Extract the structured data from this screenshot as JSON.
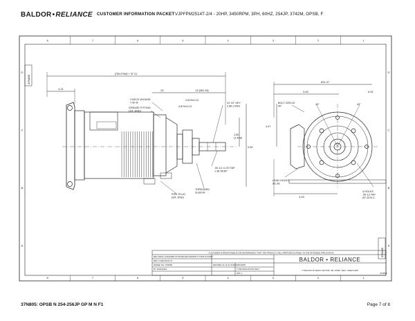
{
  "header": {
    "brand_left": "BALDOR",
    "brand_sep": "•",
    "brand_right": "RELIANCE",
    "packet_title": "CUSTOMER INFORMATION PACKET",
    "motor_description": "VJPFPM2514T-2/4 - 20HP, 3450RPM, 3PH, 60HZ, 254JP, 3742M, OPSB, F"
  },
  "frame": {
    "top_zones": [
      "8",
      "7",
      "6",
      "5",
      "4",
      "3",
      "2",
      "1"
    ],
    "side_zones": [
      "D",
      "C",
      "B",
      "A"
    ],
    "side_tab": "37N805"
  },
  "dimensions": {
    "overall_length": "[759.5 Ref] + 37.21",
    "left_offset": "4.21",
    "shaft_20": ".20",
    "length_15": "15 [381.00]",
    "dim_6_61": "6.61",
    "dim_5_84": "5.84",
    "dim_11_37": "Ø11.37",
    "check_window": "CHECK W/GAGE\n7.90 Ø",
    "grease_fitting": "GREASE FITTING\n(1/4, END)",
    "dim_3_874": "3.874±0.13",
    "dim_2_875": "2.875±0.13",
    "key": "2X 10° KEY\n2.88 LONG",
    "dim_1_50": "1.50\n(1.499)",
    "dim_9_06": "9.06",
    "tap": ".50-13 ×1.00 TAP\n1.38 DEEP",
    "pipe_plug": "PIPE PLUG\n(3/4, END)",
    "threaded_sleeve": "THREADED\nSLEEVE",
    "bolt_circle": "BOLT CIRCLE\n90°",
    "lead_holes": "LEAD HOLES\nØ1.38",
    "dim_4_47": "4.47",
    "dim_4_53": "4.53",
    "dim_45": "45°",
    "four_holes": "4 HOLES\n.50-13 TAP\nØ7.25 B.C."
  },
  "title_block": {
    "note": "CUSTOMER IS RESPONSIBLE FOR DETERMINING THAT THE PRODUCT WILL PERFORM SUITABLY IN THE INTENDED APPLICATION",
    "rev_desc": "REV  DESC  CHANGED AS DONE AND DRAWN TO MATCH PART",
    "rev_row": "REV  C     REVISION  27",
    "model_row": "MODEL NO.  37N805",
    "by_row": "BY  SNALDING",
    "date_row": "REVISED  11-11-21  SUB  2025/10/08",
    "type_row": "TYPE  INDICATION  TEFC",
    "sht_row": "SHT  1",
    "company": "BALDOR • RELIANCE",
    "subtitle": "TYPE FPM JP SPRAY MOTOR, 3B, OPSB, TEFC, FIRE PUMP",
    "doc_no": "37N805"
  },
  "footer": {
    "left": "37N805: OPSB N 254-256JP GP M N F1",
    "right": "Page 7 of 8"
  }
}
